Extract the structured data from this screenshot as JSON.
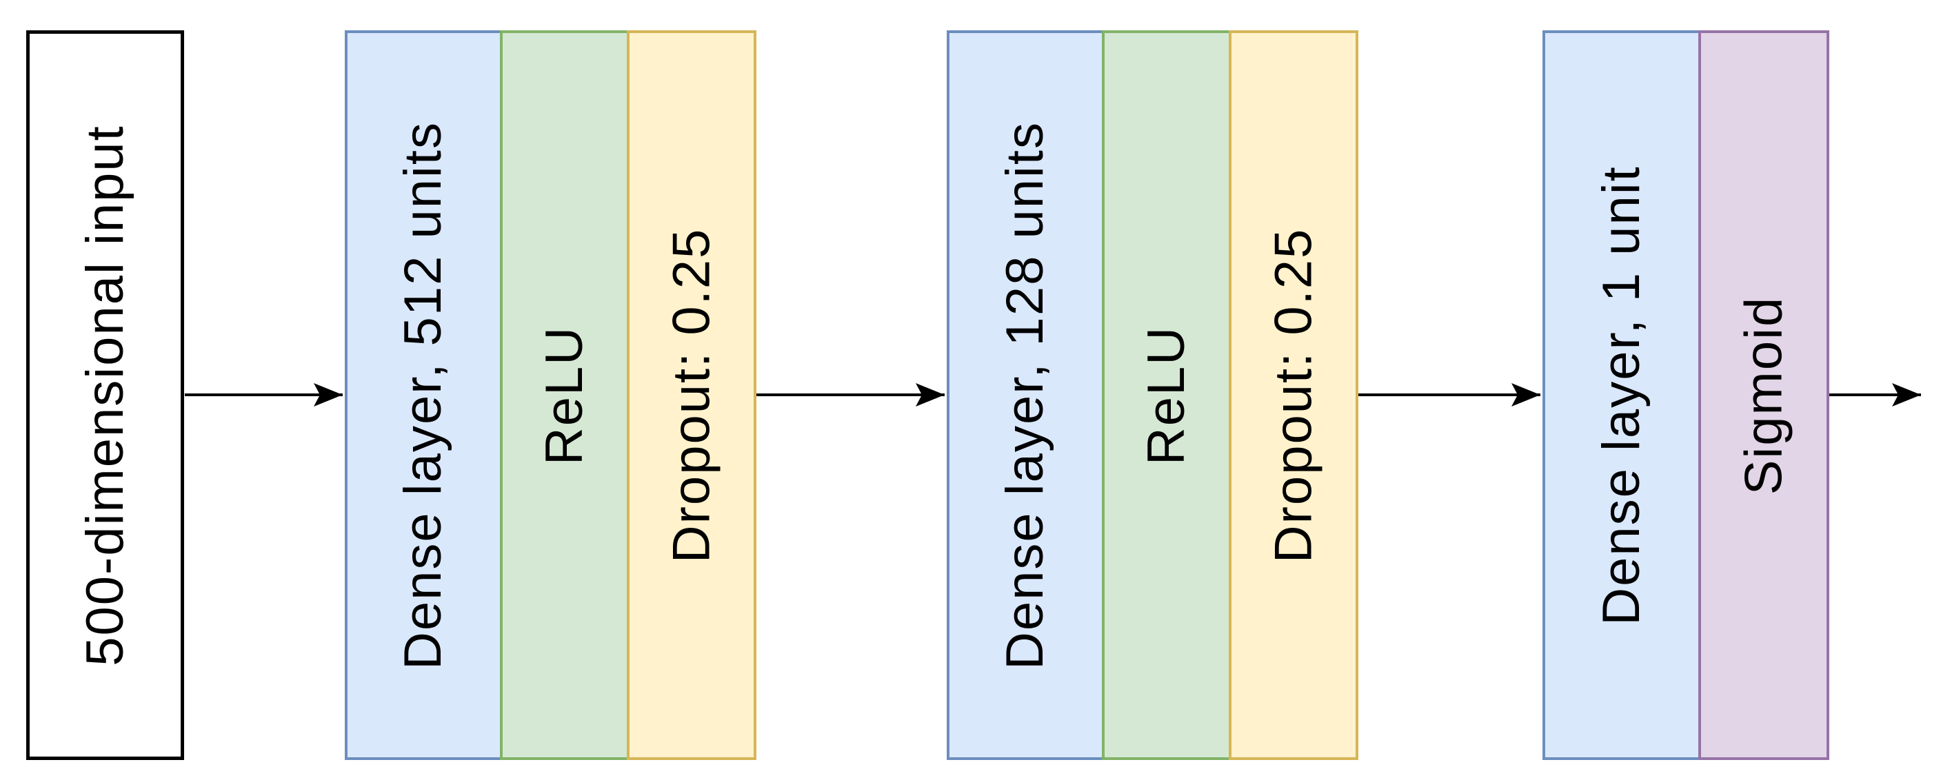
{
  "diagram": {
    "input_node": {
      "label": "500-dimensional input"
    },
    "blocks": [
      {
        "layers": [
          {
            "label": "Dense layer, 512 units",
            "kind": "dense"
          },
          {
            "label": "ReLU",
            "kind": "relu"
          },
          {
            "label": "Dropout: 0.25",
            "kind": "dropout"
          }
        ]
      },
      {
        "layers": [
          {
            "label": "Dense layer, 128 units",
            "kind": "dense"
          },
          {
            "label": "ReLU",
            "kind": "relu"
          },
          {
            "label": "Dropout: 0.25",
            "kind": "dropout"
          }
        ]
      },
      {
        "layers": [
          {
            "label": "Dense layer, 1 unit",
            "kind": "dense"
          },
          {
            "label": "Sigmoid",
            "kind": "sigmoid"
          }
        ]
      }
    ],
    "colors": {
      "input_fill": "#ffffff",
      "input_stroke": "#000000",
      "dense_fill": "#dae8fc",
      "dense_stroke": "#6c8ebf",
      "relu_fill": "#d5e8d4",
      "relu_stroke": "#82b366",
      "dropout_fill": "#fff2cc",
      "dropout_stroke": "#d6b656",
      "sigmoid_fill": "#e1d5e7",
      "sigmoid_stroke": "#9673a6",
      "arrow": "#000000",
      "text": "#000000"
    }
  }
}
